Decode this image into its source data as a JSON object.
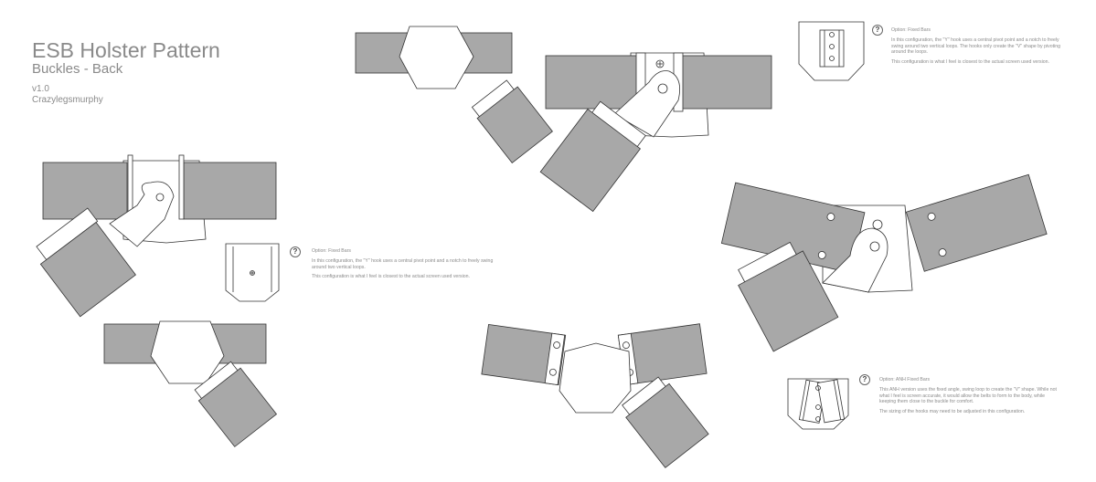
{
  "header": {
    "title": "ESB Holster Pattern",
    "subtitle": "Buckles - Back",
    "version": "v1.0",
    "author": "Crazylegsmurphy"
  },
  "notes": [
    {
      "heading": "Option: Fixed Bars",
      "paragraphs": [
        "In this configuration, the \"Y\" hook uses a central pivot point and a notch to freely swing around two vertical loops. The hooks only create the \"V\" shape by pivoting around the loops.",
        "This configuration is what I feel is closest to the actual screen used version."
      ]
    },
    {
      "heading": "Option: Fixed Bars",
      "paragraphs": [
        "In this configuration, the \"Y\" hook uses a central pivot point and a notch to freely swing around two vertical loops.",
        "This configuration is what I feel is closest to the actual screen used version."
      ]
    },
    {
      "heading": "Option: ANH Fixed Bars",
      "paragraphs": [
        "This ANH version uses the fixed angle, swing loop to create the \"V\" shape. While not what I feel is screen accurate, it would allow the belts to form to the body, while keeping them close to the buckle for comfort.",
        "The sizing of the hooks may need to be adjusted in this configuration."
      ]
    }
  ],
  "help_symbol": "?",
  "colors": {
    "strap_fill": "#a8a8a8",
    "line": "#333333",
    "text": "#8a8a8a"
  }
}
